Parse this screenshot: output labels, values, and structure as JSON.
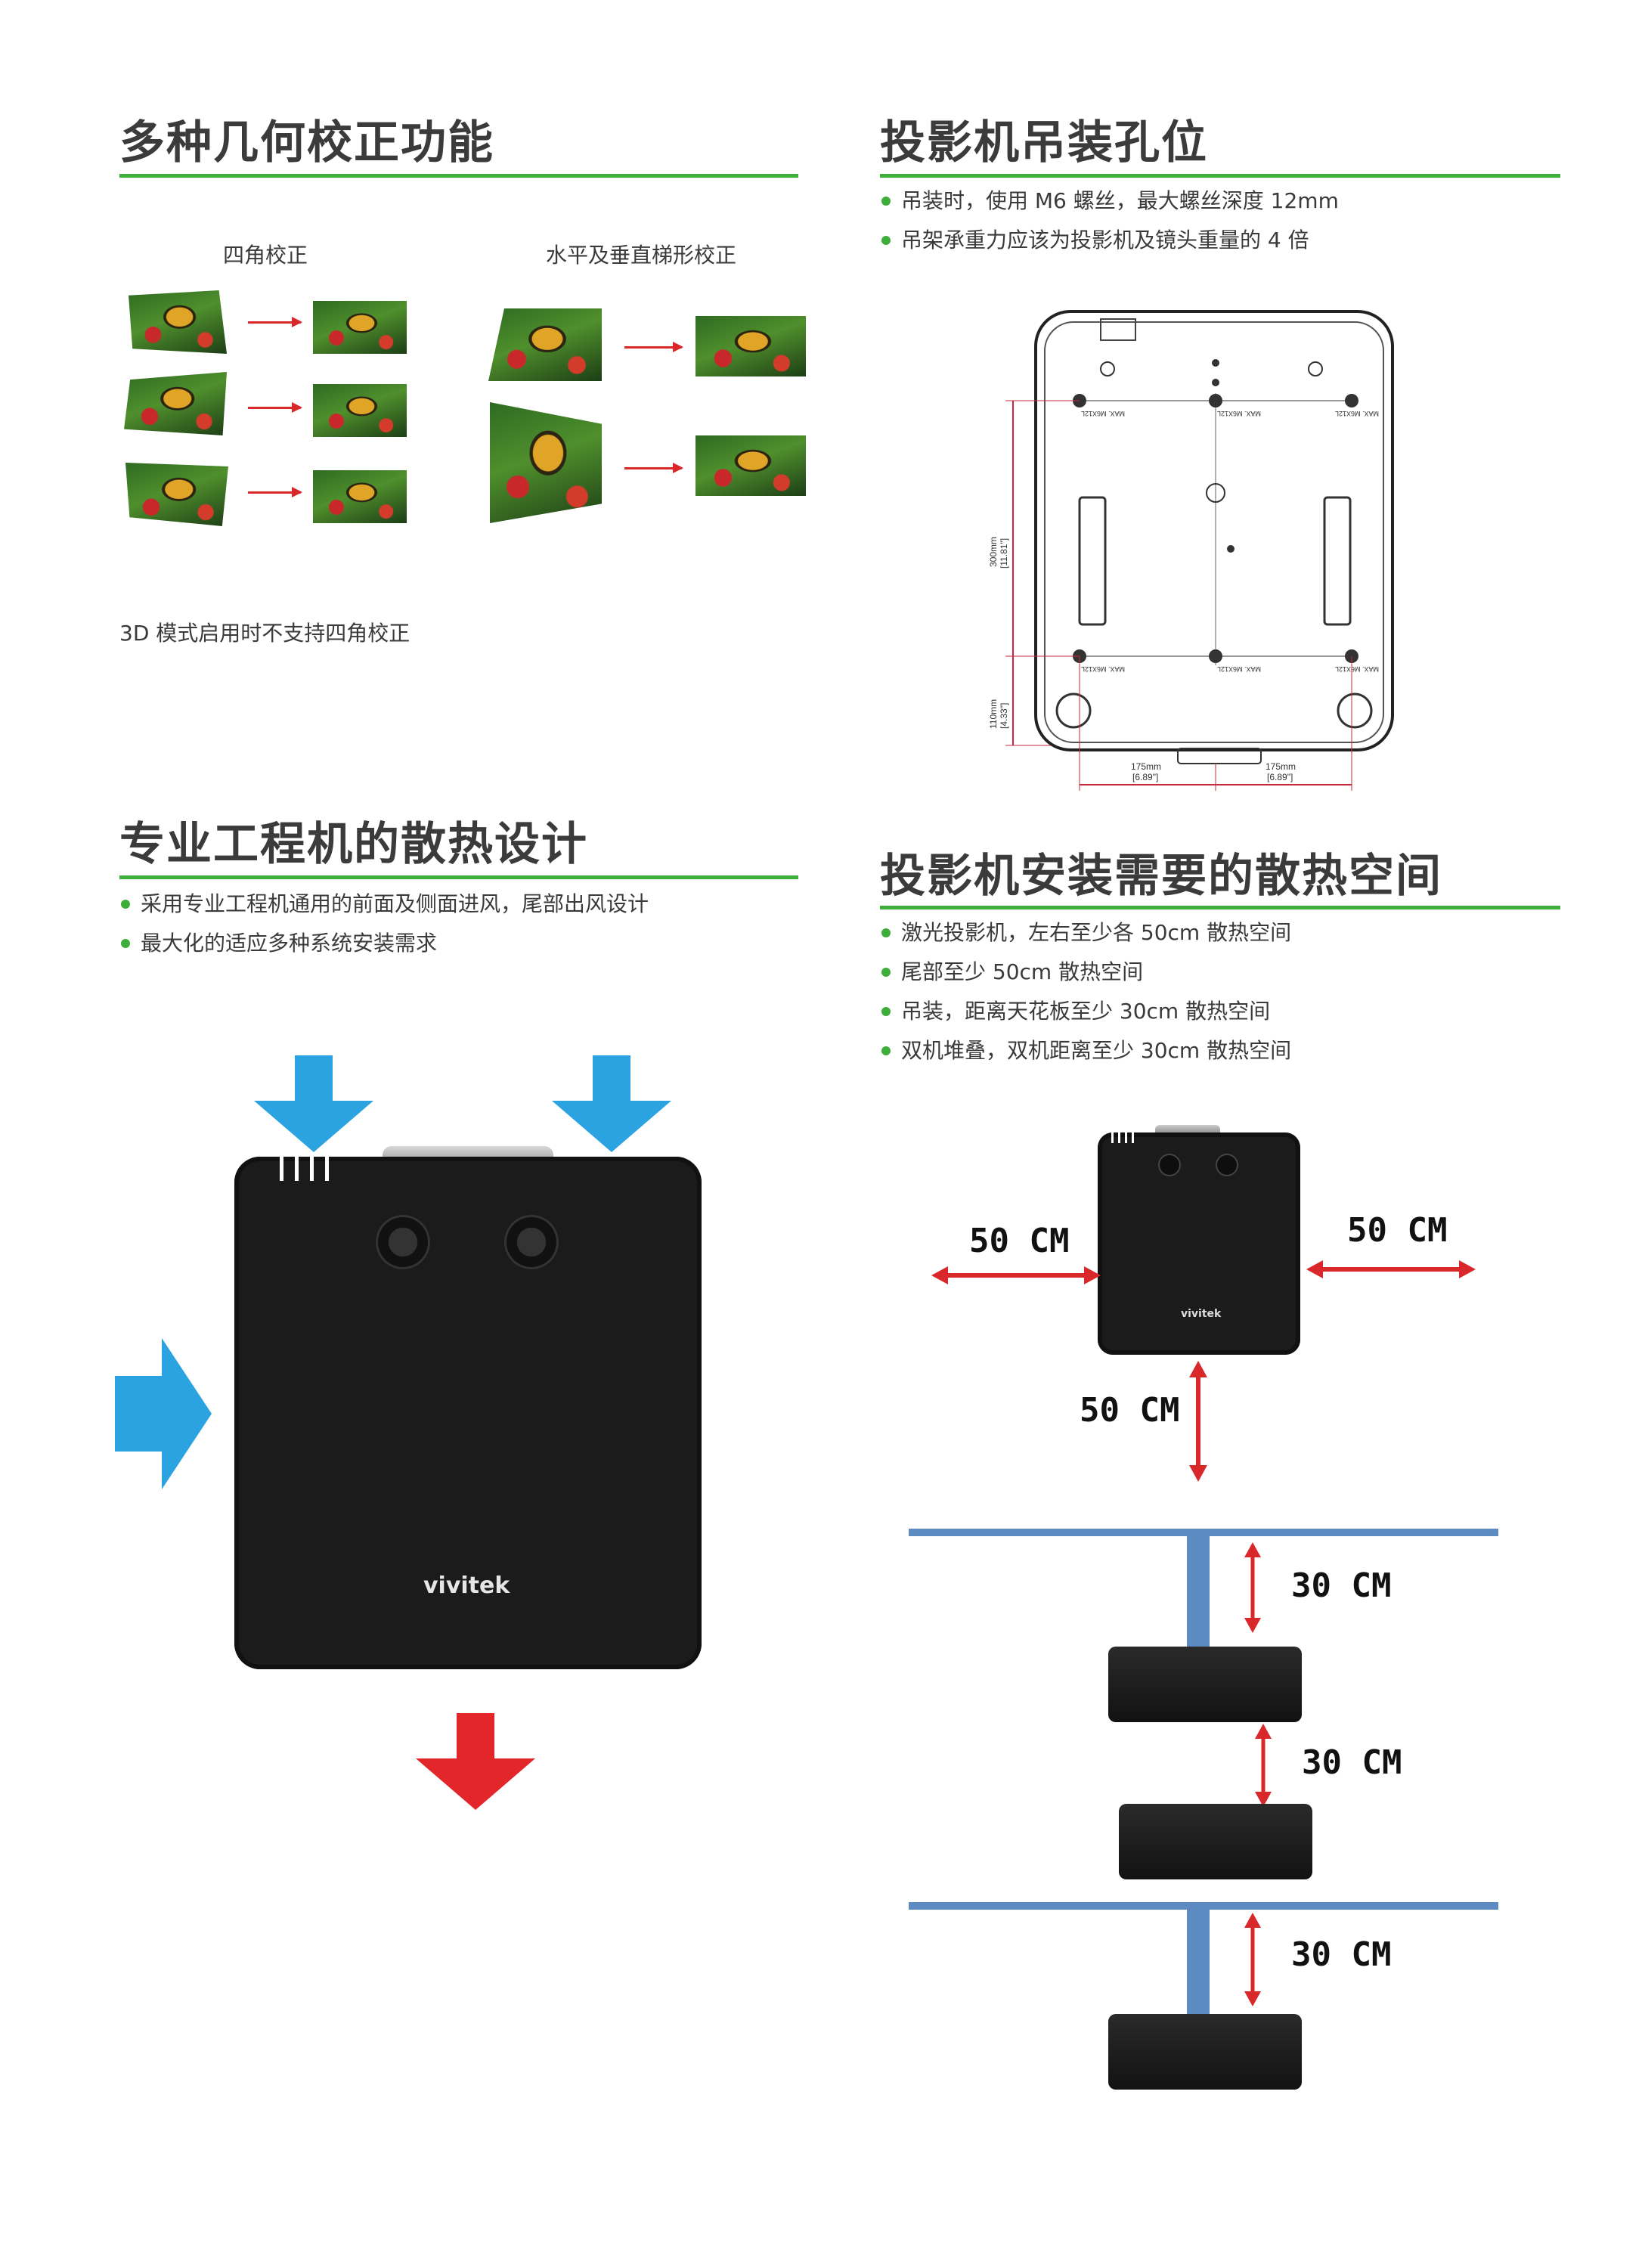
{
  "sections": {
    "keystone": {
      "title": "多种几何校正功能",
      "corner_label": "四角校正",
      "hv_label": "水平及垂直梯形校正",
      "note": "3D 模式启用时不支持四角校正"
    },
    "mounting": {
      "title": "投影机吊装孔位",
      "bullets": [
        "吊装时，使用 M6 螺丝，最大螺丝深度 12mm",
        "吊架承重力应该为投影机及镜头重量的 4 倍"
      ],
      "dims": {
        "v1_mm": "300mm",
        "v1_in": "[11.81\"]",
        "v2_mm": "110mm",
        "v2_in": "[4.33\"]",
        "h1_mm": "175mm",
        "h1_in": "[6.89\"]",
        "h2_mm": "175mm",
        "h2_in": "[6.89\"]",
        "hole_label": "MAX. M6X12L"
      }
    },
    "cooling": {
      "title": "专业工程机的散热设计",
      "bullets": [
        "采用专业工程机通用的前面及侧面进风，尾部出风设计",
        "最大化的适应多种系统安装需求"
      ],
      "brand": "vivitek",
      "colors": {
        "intake": "#2aa3e0",
        "exhaust": "#e3262a"
      }
    },
    "clearance": {
      "title": "投影机安装需要的散热空间",
      "bullets": [
        "激光投影机，左右至少各 50cm 散热空间",
        "尾部至少 50cm 散热空间",
        "吊装，距离天花板至少 30cm 散热空间",
        "双机堆叠，双机距离至少 30cm 散热空间"
      ],
      "left": "50 CM",
      "right": "50 CM",
      "rear": "50 CM",
      "ceiling1": "30 CM",
      "stack": "30 CM",
      "ceiling2": "30 CM",
      "brand": "vivitek",
      "colors": {
        "arrow": "#d8282a",
        "ceiling": "#5d8ac0"
      }
    }
  },
  "accent_color": "#3eae3a"
}
